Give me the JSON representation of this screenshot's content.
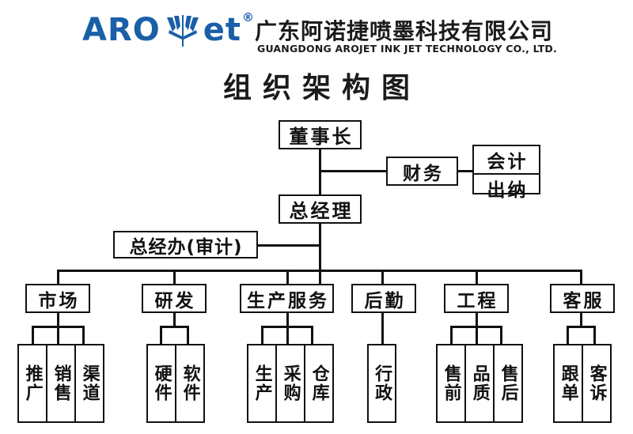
{
  "header": {
    "logo": {
      "text_left": "ARO",
      "text_right": "et",
      "mark": "leaf-icon",
      "registered": "®",
      "color": "#1a5fa8"
    },
    "company_cn": "广东阿诺捷喷墨科技有限公司",
    "company_en": "GUANGDONG AROJET INK JET TECHNOLOGY CO., LTD."
  },
  "page_title": "组织架构图",
  "chart": {
    "chairman": "董事长",
    "finance": "财务",
    "finance_children": [
      "会计",
      "出纳"
    ],
    "general_manager": "总经理",
    "gm_office": "总经办(审计)",
    "departments": [
      {
        "name": "市场",
        "children": [
          "推广",
          "销售",
          "渠道"
        ]
      },
      {
        "name": "研发",
        "children": [
          "硬件",
          "软件"
        ]
      },
      {
        "name": "生产服务",
        "children": [
          "生产",
          "采购",
          "仓库"
        ]
      },
      {
        "name": "后勤",
        "children": [
          "行政"
        ]
      },
      {
        "name": "工程",
        "children": [
          "售前",
          "品质",
          "售后"
        ]
      },
      {
        "name": "客服",
        "children": [
          "跟单",
          "客诉"
        ]
      }
    ]
  }
}
